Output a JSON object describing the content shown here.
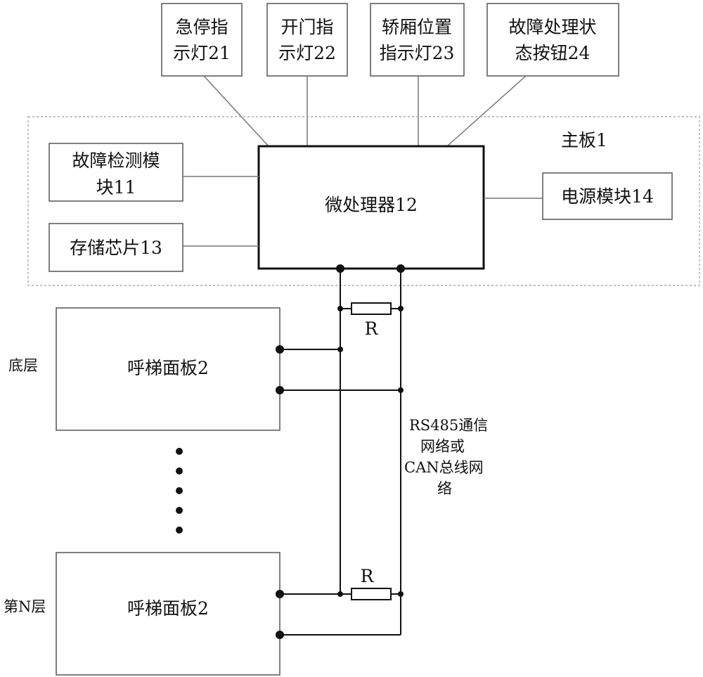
{
  "indicators": [
    {
      "id": "estop",
      "lines": [
        "急停指",
        "示灯21"
      ]
    },
    {
      "id": "door",
      "lines": [
        "开门指",
        "示灯22"
      ]
    },
    {
      "id": "car-position",
      "lines": [
        "轿厢位置",
        "指示灯23"
      ]
    },
    {
      "id": "fault-button",
      "lines": [
        "故障处理状",
        "态按钮24"
      ]
    }
  ],
  "mainboard": {
    "label": "主板1",
    "fault_detect": [
      "故障检测模",
      "块11"
    ],
    "microprocessor": "微处理器12",
    "storage": "存储芯片13",
    "power": "电源模块14"
  },
  "floors": {
    "bottom_label": "底层",
    "top_label": "第N层",
    "panel_label": "呼梯面板2"
  },
  "resistors": {
    "top": "R",
    "bottom": "R"
  },
  "bus_label": [
    "RS485通信",
    "网络或",
    "CAN总线网",
    "络"
  ]
}
